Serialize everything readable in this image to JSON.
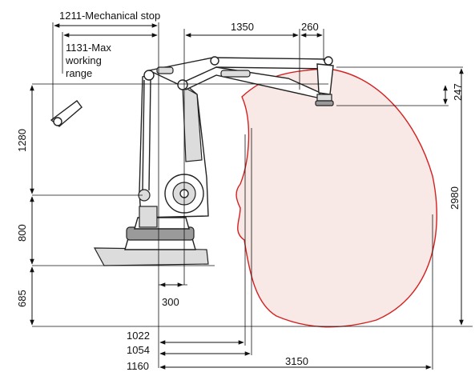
{
  "colors": {
    "envelope_stroke": "#d42020",
    "envelope_fill": "#f8e9e6",
    "lines": "#111111",
    "robot_fill": "#dcdcdc"
  },
  "labels": {
    "mechanical_stop": "1211-Mechanical stop",
    "max_range_line1": "1131-Max",
    "max_range_line2": "working",
    "max_range_line3": "range"
  },
  "dimensions": {
    "top_reach": "1350",
    "top_wrist": "260",
    "right_wrist_height": "247",
    "right_total_height": "2980",
    "left_upper": "1280",
    "left_middle": "800",
    "left_lower": "685",
    "bottom_base_offset": "300",
    "bottom_inner_reach": "1022",
    "bottom_mid_reach": "1054",
    "bottom_inner_stop": "1160",
    "bottom_outer_reach": "3150"
  }
}
